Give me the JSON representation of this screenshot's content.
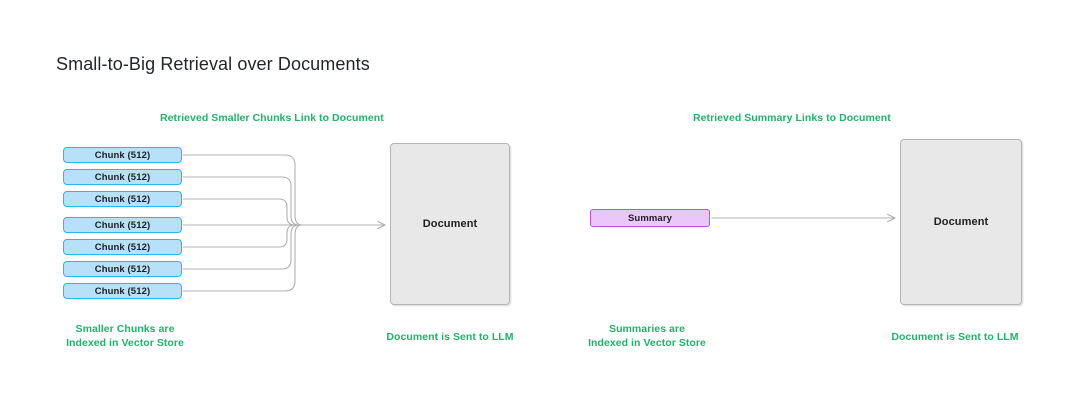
{
  "page": {
    "title": "Small-to-Big Retrieval over Documents",
    "background": "#ffffff"
  },
  "colors": {
    "annotation_green": "#22b26a",
    "chunk_fill": "#b7e1f9",
    "chunk_border": "#2cb4f5",
    "summary_fill": "#eac6fb",
    "summary_border": "#b855e8",
    "document_fill": "#e8e8e8",
    "document_border": "#b4b4b4",
    "connector": "#b0b0b0",
    "title_text": "#23272b"
  },
  "left_panel": {
    "heading": "Retrieved Smaller Chunks Link to Document",
    "chunks": [
      {
        "label": "Chunk (512)"
      },
      {
        "label": "Chunk (512)"
      },
      {
        "label": "Chunk (512)"
      },
      {
        "label": "Chunk (512)"
      },
      {
        "label": "Chunk (512)"
      },
      {
        "label": "Chunk (512)"
      },
      {
        "label": "Chunk (512)"
      }
    ],
    "chunk_caption_line1": "Smaller Chunks are",
    "chunk_caption_line2": "Indexed in Vector Store",
    "document_label": "Document",
    "document_caption": "Document is Sent to LLM"
  },
  "right_panel": {
    "heading": "Retrieved Summary Links to Document",
    "summary_label": "Summary",
    "summary_caption_line1": "Summaries are",
    "summary_caption_line2": "Indexed in Vector Store",
    "document_label": "Document",
    "document_caption": "Document is Sent to LLM"
  }
}
